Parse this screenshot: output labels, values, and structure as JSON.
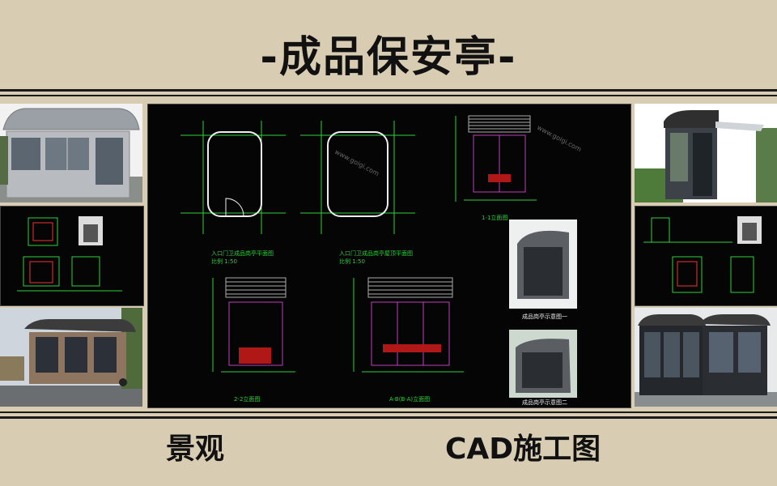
{
  "title": "-成品保安亭-",
  "captions": {
    "left": "景观",
    "right": "CAD施工图"
  },
  "cad": {
    "labels": {
      "plan1": "入口门卫成品岗亭平面图",
      "plan2": "入口门卫成品岗亭屋顶平面图",
      "elev1": "1-1立面图",
      "elev2": "2-2立面图",
      "elev3": "A-B(B-A)立面图",
      "ref1": "成品岗亭示意图一",
      "ref2": "成品岗亭示意图二"
    },
    "scale_text": "比例 1:50",
    "watermark": "www.goigi.com"
  },
  "colors": {
    "background": "#d8ccb2",
    "cad_bg": "#050505",
    "cad_line": "#2fd13a",
    "cad_red": "#e33",
    "cad_magenta": "#c03ec0"
  }
}
